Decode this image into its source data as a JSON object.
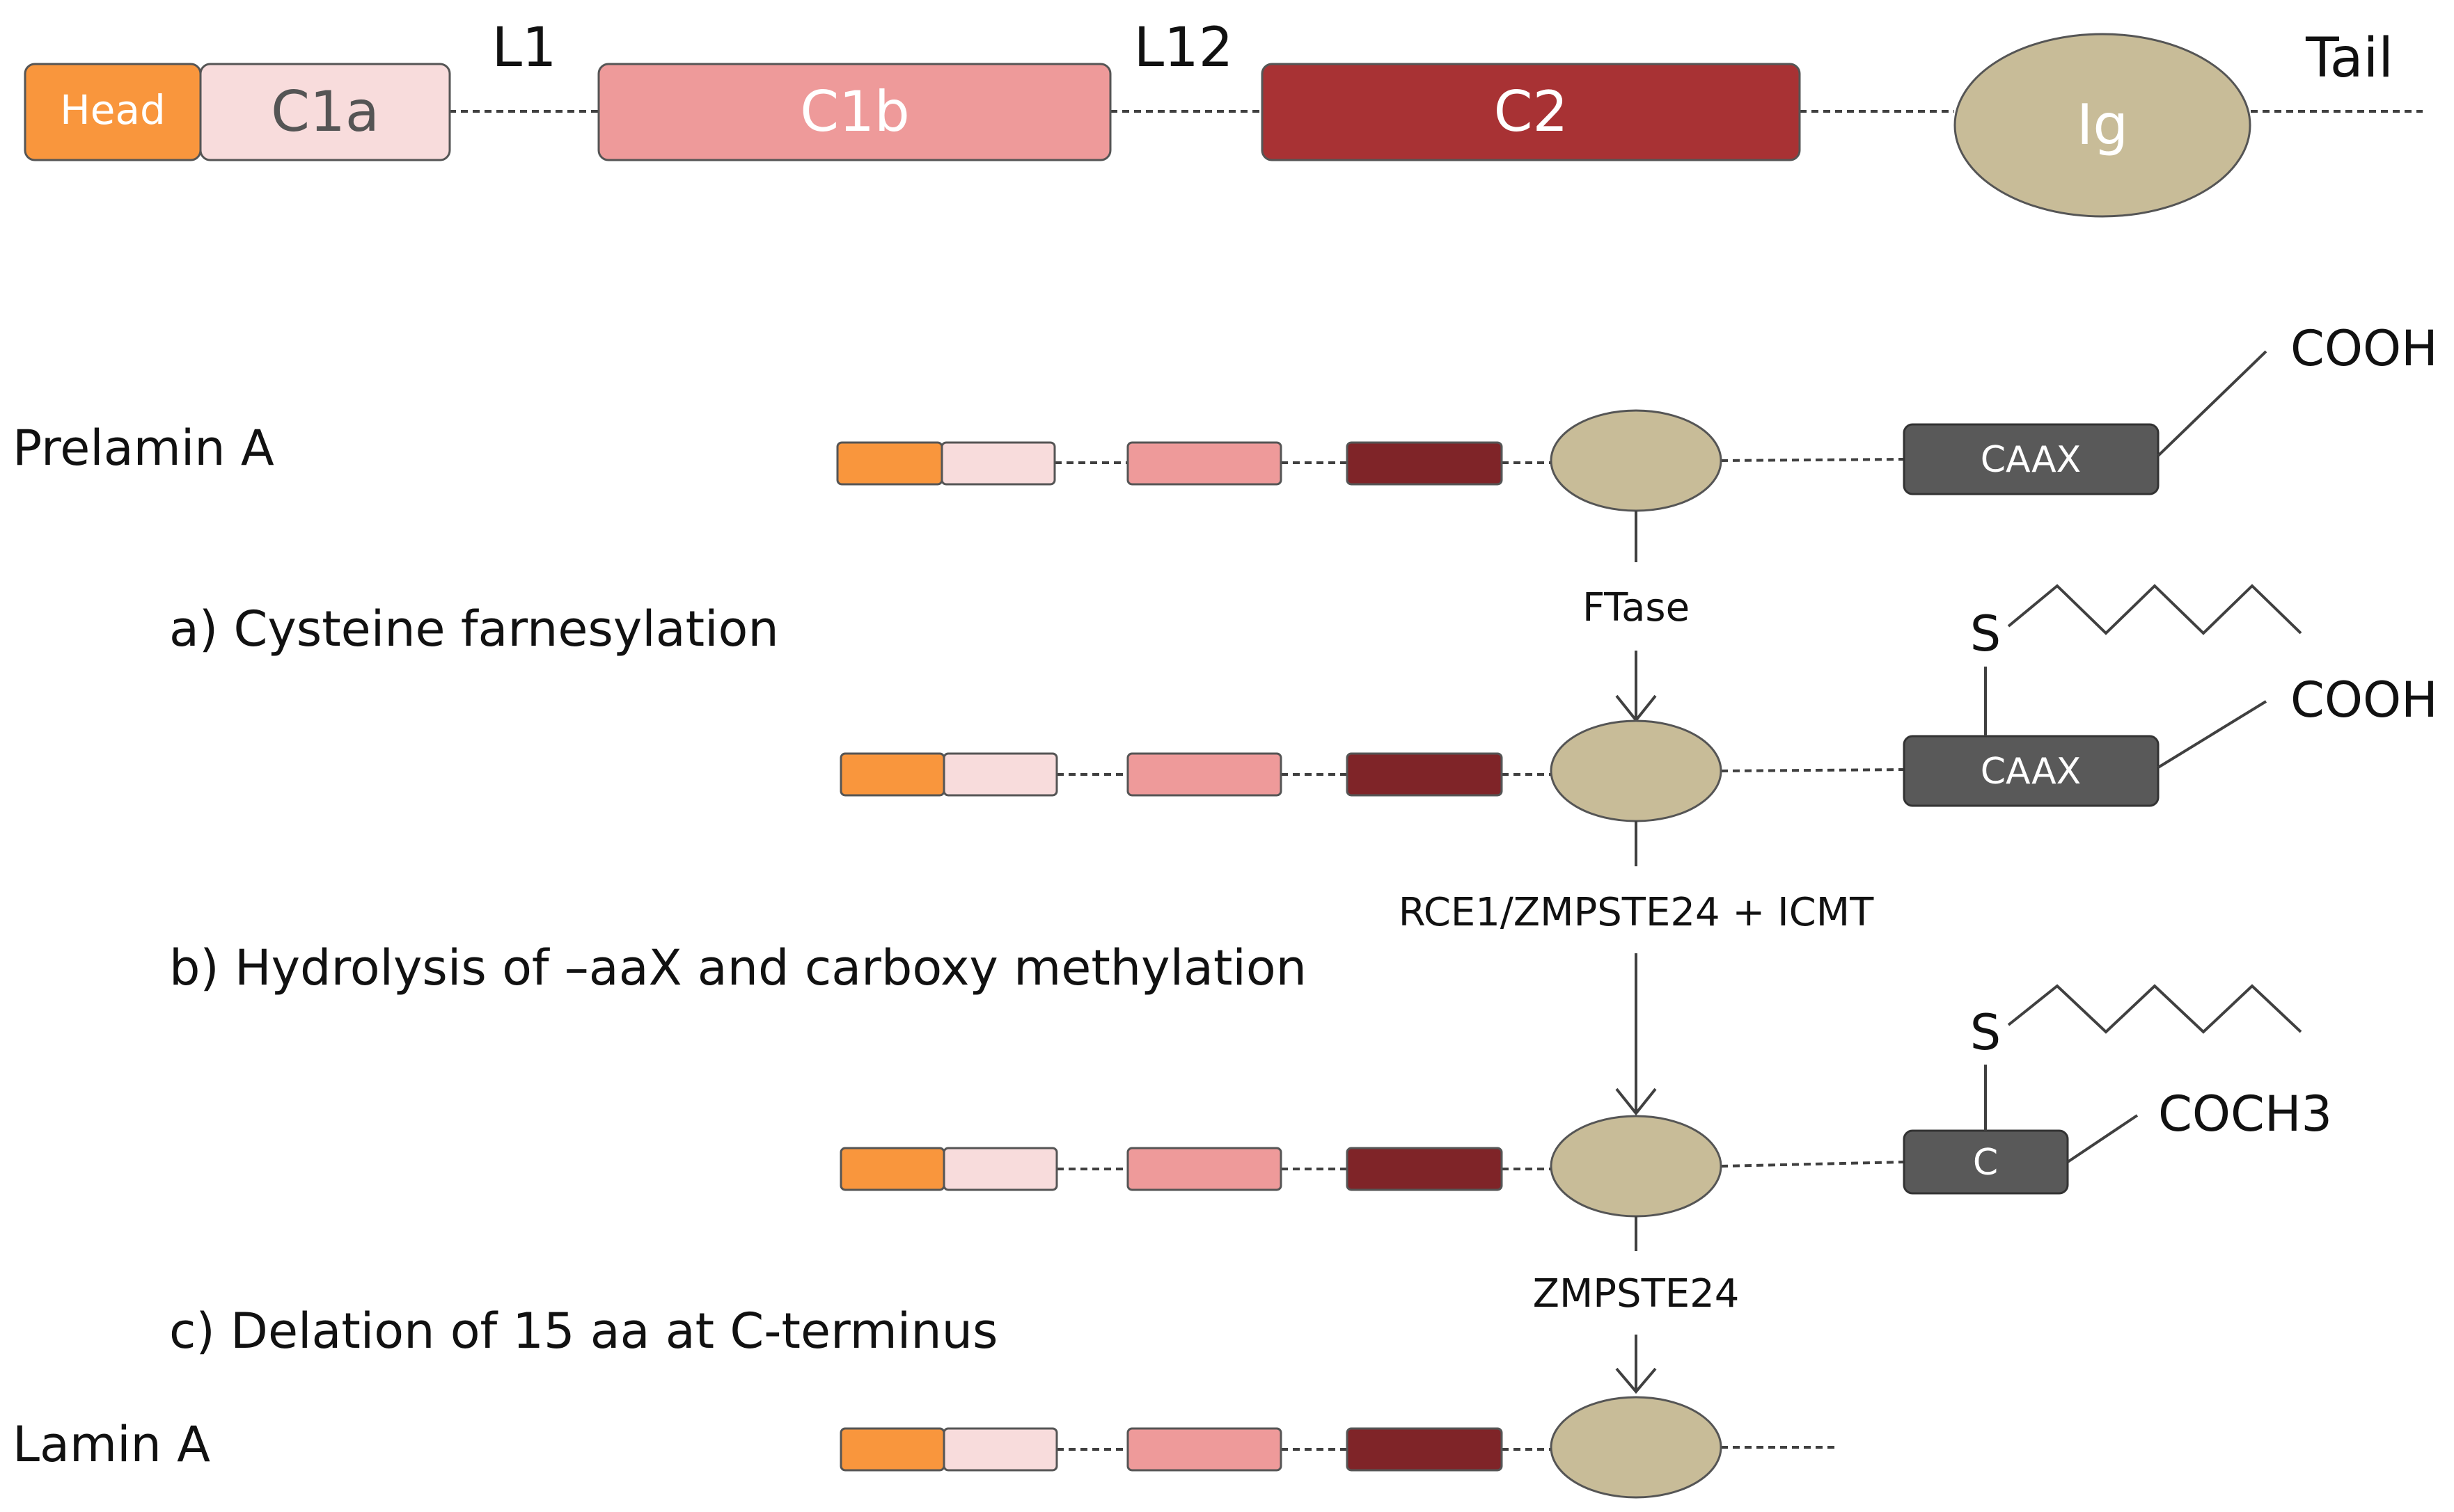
{
  "colors": {
    "head": "#F9963D",
    "c1a": "#F8DCDC",
    "c1b": "#EE9A9A",
    "c2_top": "#A83234",
    "c2_small": "#7F2428",
    "ig": "#C8BC98",
    "box_dark": "#595959",
    "line": "#404040",
    "text": "#111111"
  },
  "top_domains": {
    "head": "Head",
    "c1a": "C1a",
    "c1b": "C1b",
    "c2": "C2",
    "ig": "Ig",
    "l1": "L1",
    "l12": "L12",
    "tail": "Tail"
  },
  "rows": {
    "prelamin": {
      "name": "Prelamin A",
      "box": "CAAX",
      "group": "COOH"
    },
    "farnesyl": {
      "box": "CAAX",
      "group": "COOH",
      "s": "S"
    },
    "methyl": {
      "box": "C",
      "group": "COCH3",
      "s": "S"
    },
    "lamin": {
      "name": "Lamin A"
    }
  },
  "steps": {
    "a": "a) Cysteine farnesylation",
    "b": "b) Hydrolysis of –aaX and carboxy methylation",
    "c": "c) Delation of 15 aa at  C-terminus"
  },
  "enzymes": {
    "ftase": "FTase",
    "rce1": "RCE1/ZMPSTE24 + ICMT",
    "zmpste24": "ZMPSTE24"
  }
}
